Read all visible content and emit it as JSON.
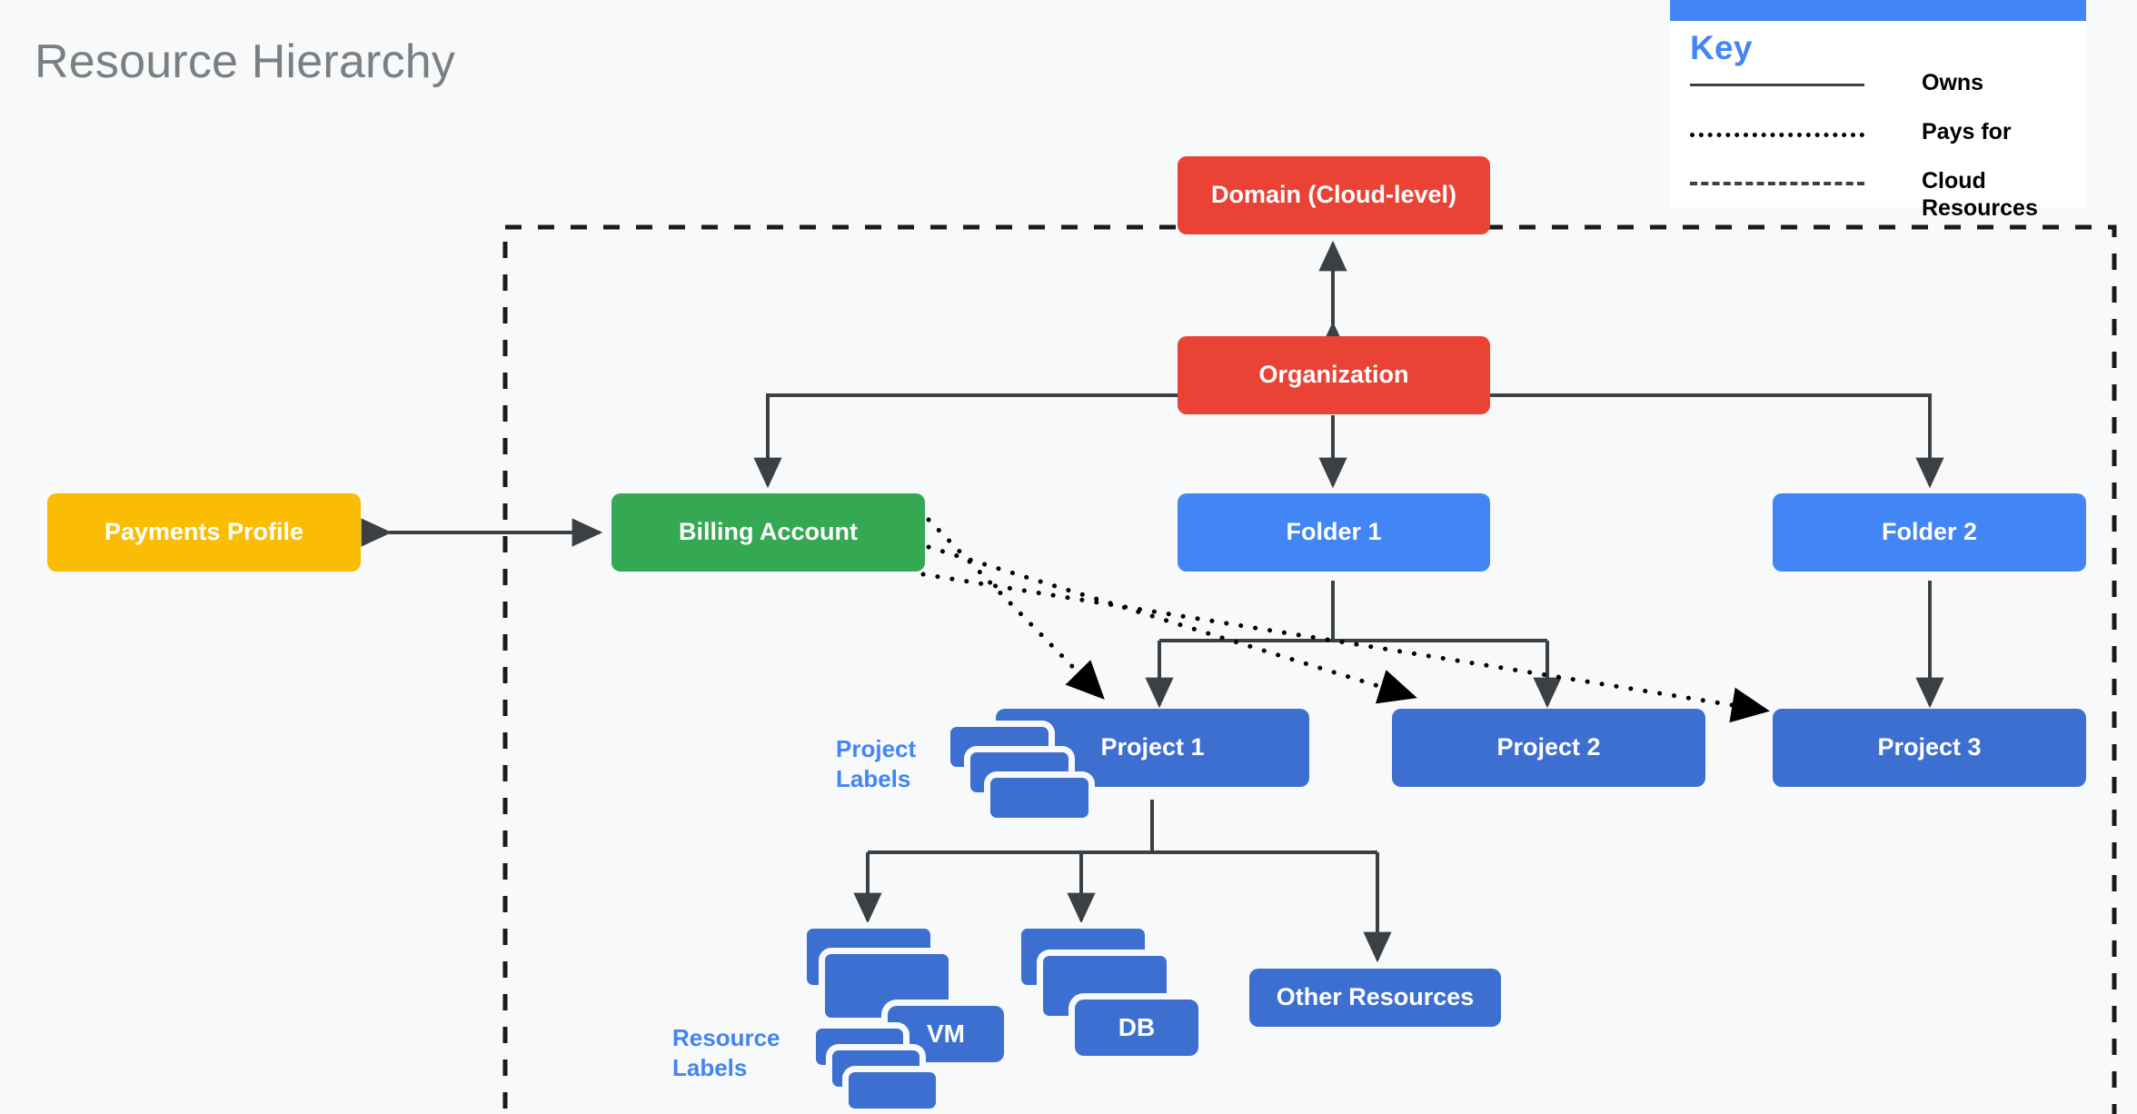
{
  "page": {
    "title": "Resource Hierarchy",
    "background_color": "#f7f9fa"
  },
  "legend": {
    "title": "Key",
    "accent_color": "#4285f4",
    "items": [
      {
        "style": "solid",
        "label": "Owns"
      },
      {
        "style": "dotted",
        "label": "Pays for"
      },
      {
        "style": "dashed",
        "label": "Cloud\nResources"
      }
    ]
  },
  "labels": {
    "project_labels": "Project\nLabels",
    "resource_labels": "Resource\nLabels",
    "label_color": "#4285f4"
  },
  "colors": {
    "red": "#ea4335",
    "green": "#34a853",
    "amber": "#fbbc04",
    "blue": "#4285f4",
    "dark_blue": "#3d6fd1",
    "line": "#3c4043"
  },
  "nodes": {
    "domain": {
      "label": "Domain (Cloud-level)",
      "color": "red"
    },
    "organization": {
      "label": "Organization",
      "color": "red"
    },
    "payments": {
      "label": "Payments Profile",
      "color": "amber"
    },
    "billing": {
      "label": "Billing Account",
      "color": "green"
    },
    "folder1": {
      "label": "Folder 1",
      "color": "blue"
    },
    "folder2": {
      "label": "Folder 2",
      "color": "blue"
    },
    "project1": {
      "label": "Project 1",
      "color": "dark_blue"
    },
    "project2": {
      "label": "Project 2",
      "color": "dark_blue"
    },
    "project3": {
      "label": "Project 3",
      "color": "dark_blue"
    },
    "vm": {
      "label": "VM",
      "color": "dark_blue"
    },
    "db": {
      "label": "DB",
      "color": "dark_blue"
    },
    "other": {
      "label": "Other Resources",
      "color": "dark_blue"
    }
  },
  "edges": {
    "owns": [
      "organization -> domain (bidirectional)",
      "organization -> billing",
      "organization -> folder1",
      "organization -> folder2",
      "payments <-> billing",
      "folder1 -> project1",
      "folder1 -> project2",
      "folder2 -> project3",
      "project1 -> vm",
      "project1 -> db",
      "project1 -> other"
    ],
    "pays_for": [
      "billing -> project1",
      "billing -> project2",
      "billing -> project3"
    ],
    "cloud_resources_boundary": "dashed rectangle enclosing organization and below"
  }
}
